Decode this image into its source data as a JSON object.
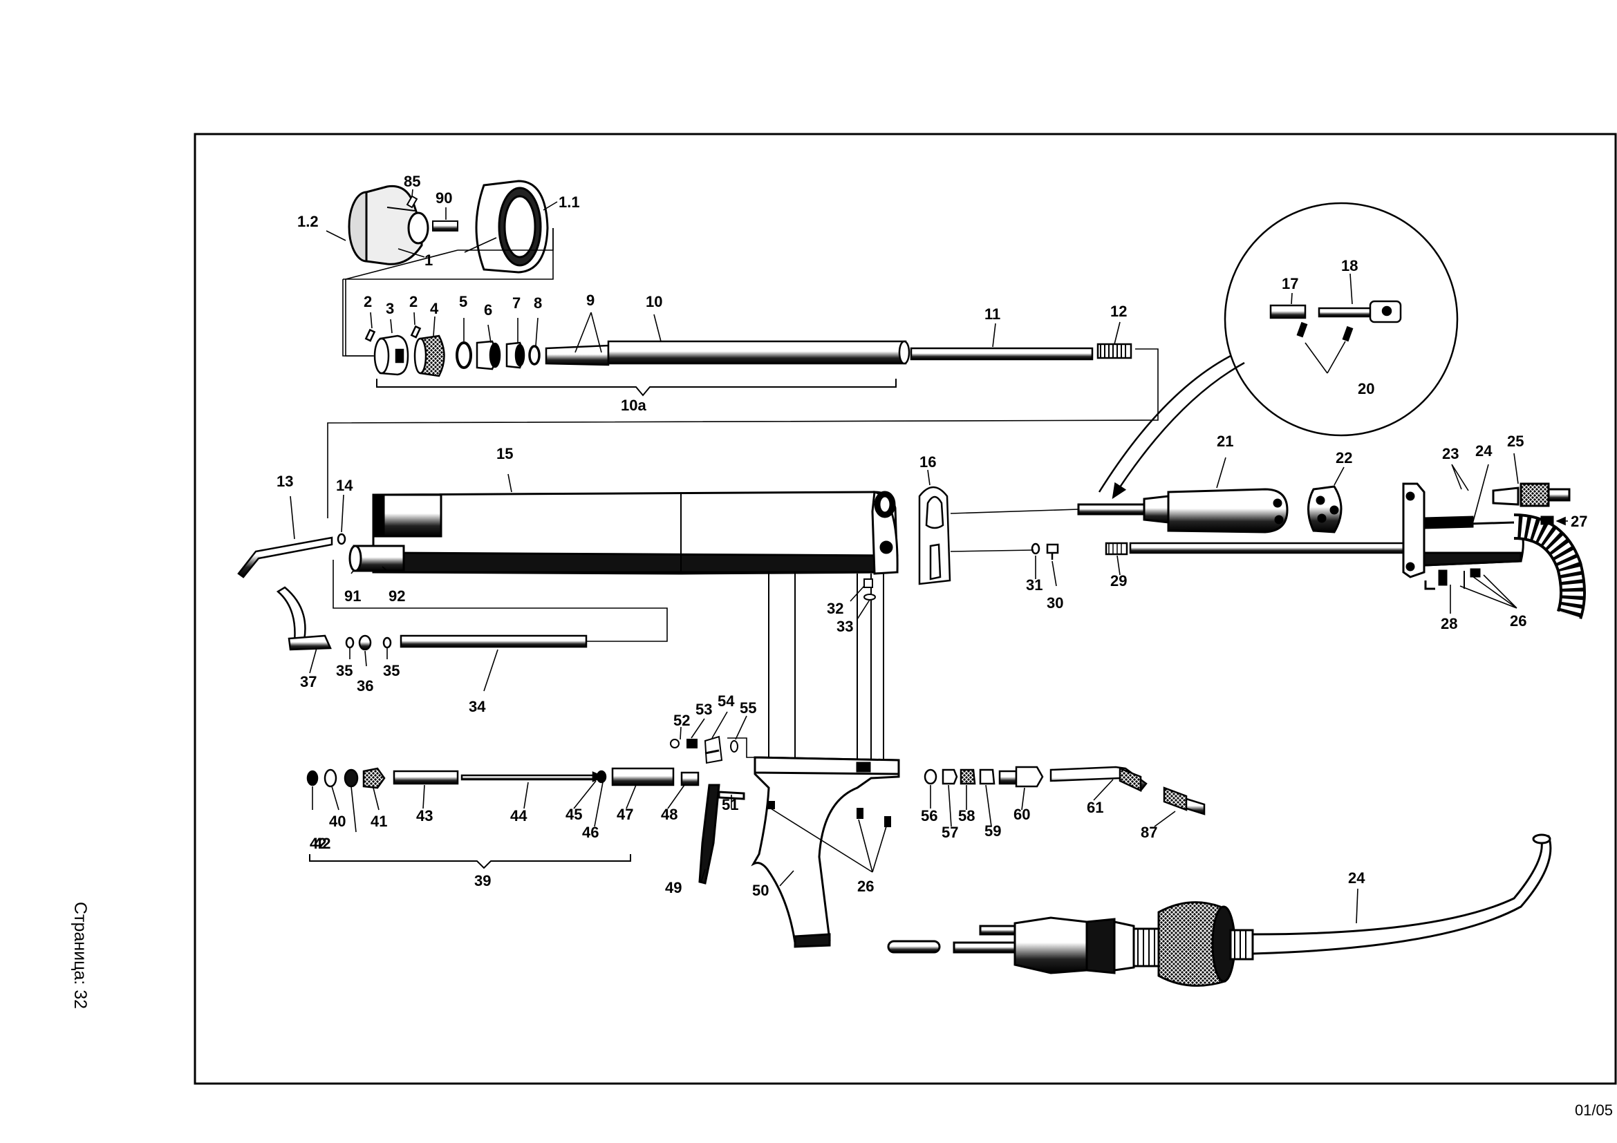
{
  "page_label": "Страница: 32",
  "version": "01/05",
  "callouts": [
    "1.2",
    "85",
    "90",
    "1.1",
    "1",
    "2",
    "3",
    "2",
    "4",
    "5",
    "6",
    "7",
    "8",
    "9",
    "10",
    "11",
    "12",
    "10a",
    "17",
    "18",
    "20",
    "13",
    "14",
    "15",
    "16",
    "21",
    "22",
    "23",
    "24",
    "25",
    "27",
    "91",
    "92",
    "31",
    "30",
    "29",
    "28",
    "26",
    "32",
    "33",
    "37",
    "35",
    "36",
    "35",
    "34",
    "52",
    "53",
    "54",
    "55",
    "40",
    "42",
    "41",
    "43",
    "44",
    "45",
    "46",
    "47",
    "48",
    "51",
    "56",
    "57",
    "58",
    "59",
    "60",
    "61",
    "87",
    "42",
    "39",
    "49",
    "50",
    "26",
    "24"
  ]
}
